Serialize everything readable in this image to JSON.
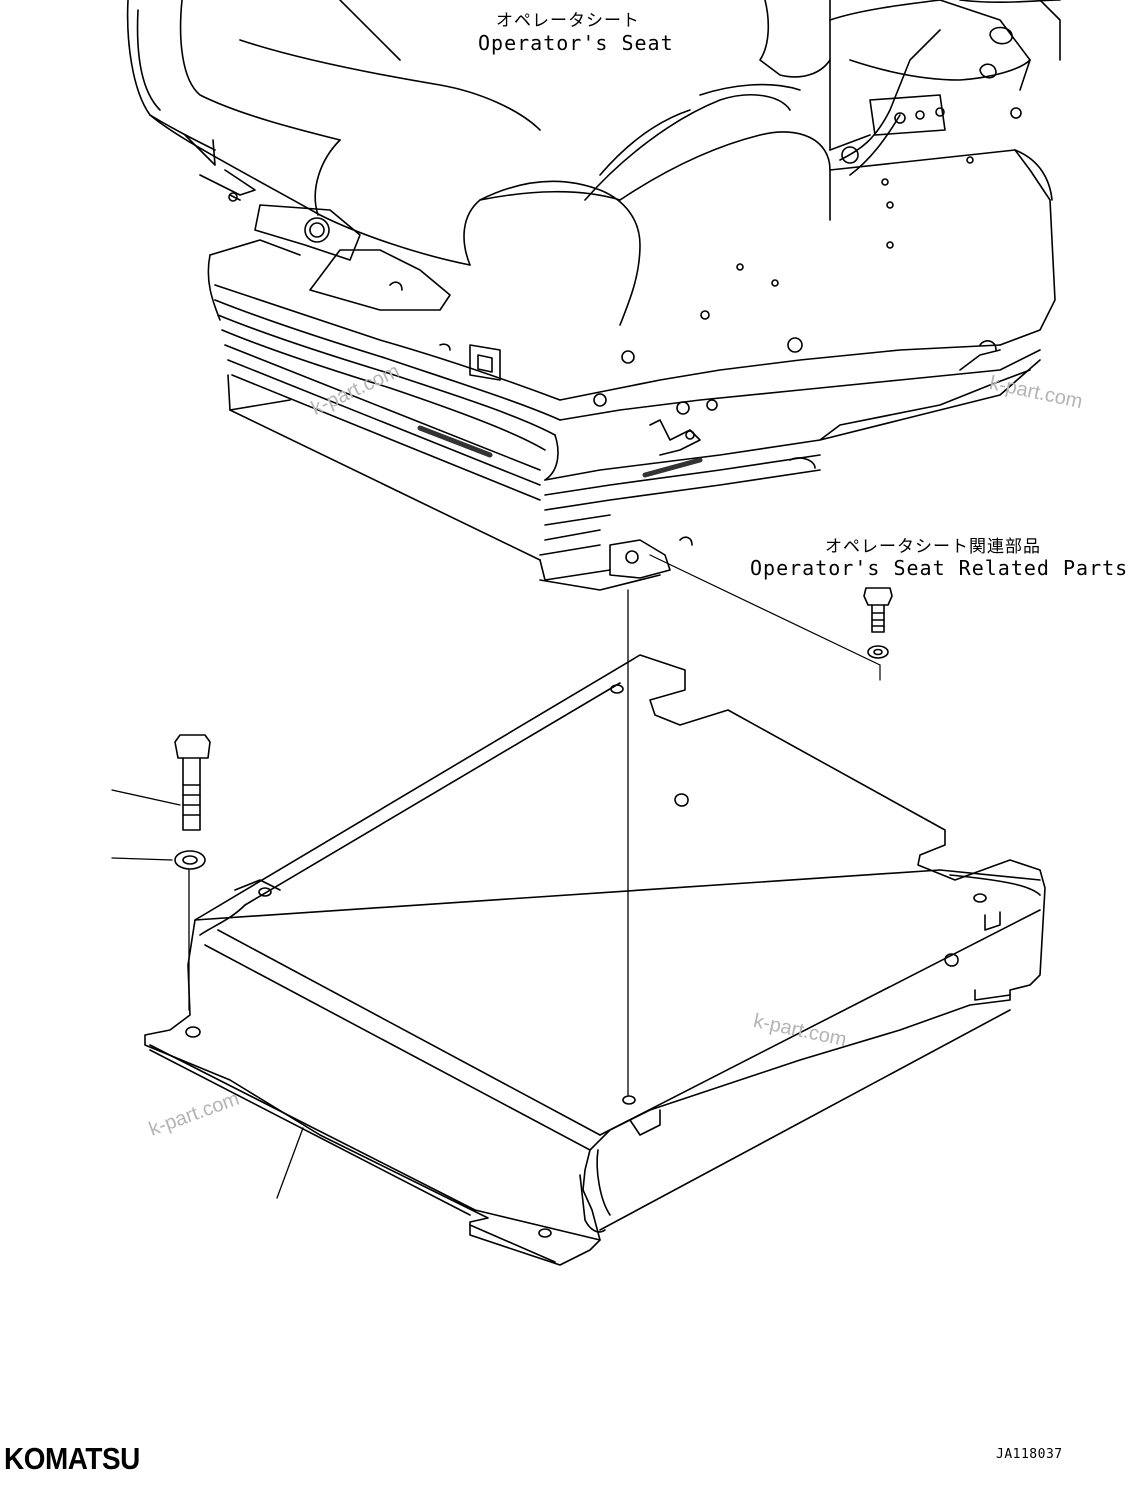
{
  "labels": {
    "seat_jp": "オペレータシート",
    "seat_en": "Operator's Seat",
    "related_jp": "オペレータシート関連部品",
    "related_en": "Operator's Seat Related Parts"
  },
  "watermark": "k-part.com",
  "brand": "KOMATSU",
  "drawing_code": "JA118037"
}
